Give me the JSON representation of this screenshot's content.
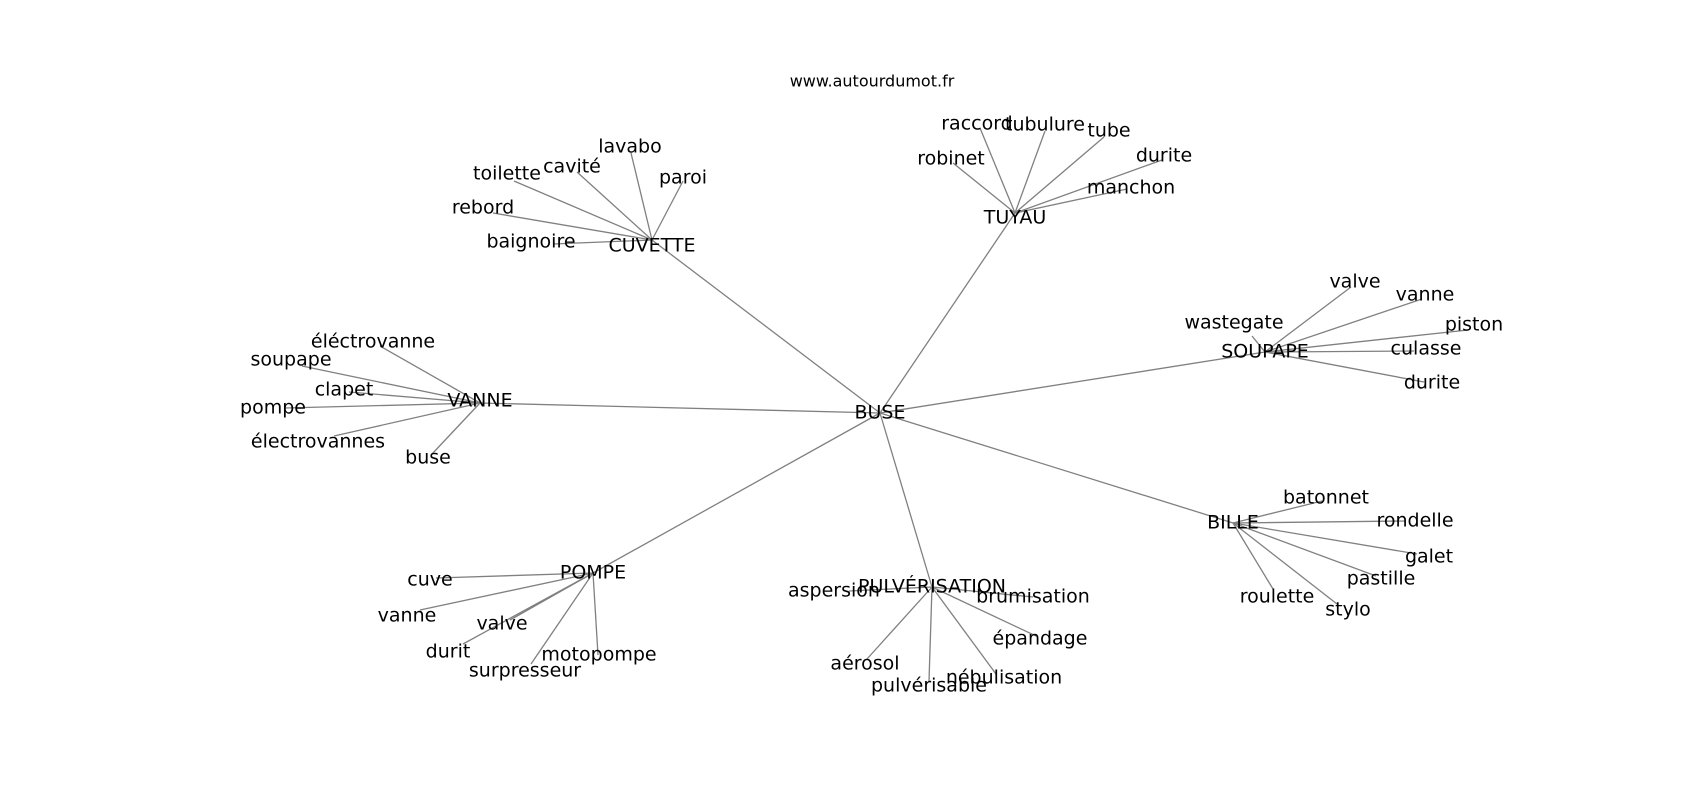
{
  "header": {
    "site": "www.autourdumot.fr"
  },
  "graph": {
    "center": "BUSE",
    "clusters": [
      {
        "hub": "TUYAU",
        "leaves": [
          "raccord",
          "tubulure",
          "tube",
          "robinet",
          "durite",
          "manchon"
        ]
      },
      {
        "hub": "CUVETTE",
        "leaves": [
          "lavabo",
          "cavité",
          "toilette",
          "paroi",
          "rebord",
          "baignoire"
        ]
      },
      {
        "hub": "VANNE",
        "leaves": [
          "éléctrovanne",
          "soupape",
          "clapet",
          "pompe",
          "électrovannes",
          "buse"
        ]
      },
      {
        "hub": "SOUPAPE",
        "leaves": [
          "valve",
          "vanne",
          "wastegate",
          "piston",
          "culasse",
          "durite"
        ]
      },
      {
        "hub": "BILLE",
        "leaves": [
          "batonnet",
          "rondelle",
          "galet",
          "pastille",
          "roulette",
          "stylo"
        ]
      },
      {
        "hub": "PULVÉRISATION",
        "leaves": [
          "aspersion",
          "brumisation",
          "épandage",
          "aérosol",
          "nébulisation",
          "pulvérisable"
        ]
      },
      {
        "hub": "POMPE",
        "leaves": [
          "cuve",
          "vanne",
          "valve",
          "durit",
          "motopompe",
          "surpresseur"
        ]
      }
    ]
  }
}
